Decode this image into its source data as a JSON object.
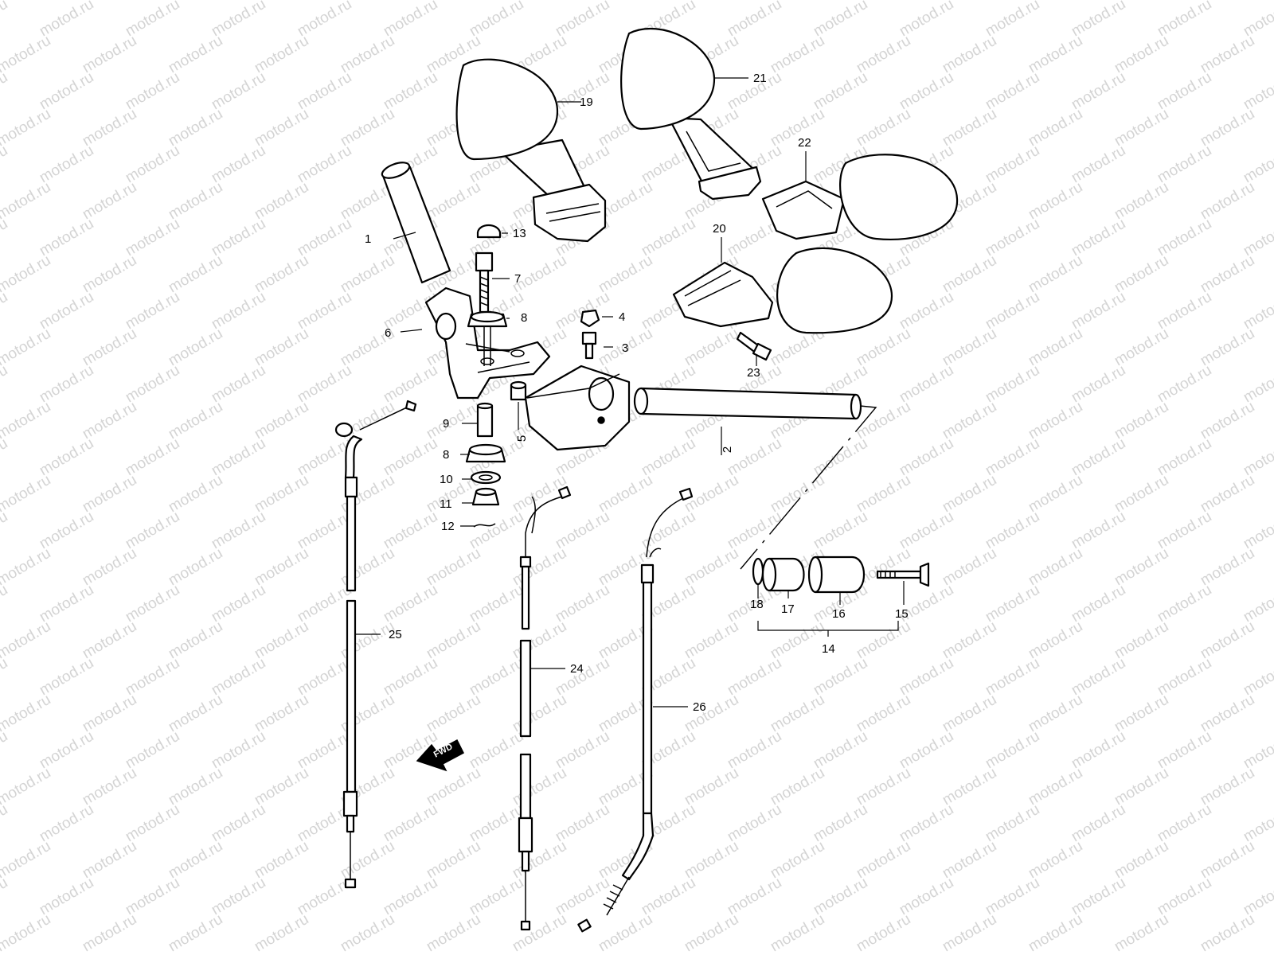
{
  "watermark": "motod.ru",
  "fwd_label": "FWD",
  "callouts": [
    "1",
    "2",
    "3",
    "4",
    "5",
    "6",
    "7",
    "8",
    "8",
    "9",
    "10",
    "11",
    "12",
    "13",
    "14",
    "15",
    "16",
    "17",
    "18",
    "19",
    "20",
    "21",
    "22",
    "23",
    "24",
    "25",
    "26"
  ],
  "colors": {
    "line": "#000000",
    "background": "#ffffff",
    "watermark": "#d4d4d4"
  }
}
